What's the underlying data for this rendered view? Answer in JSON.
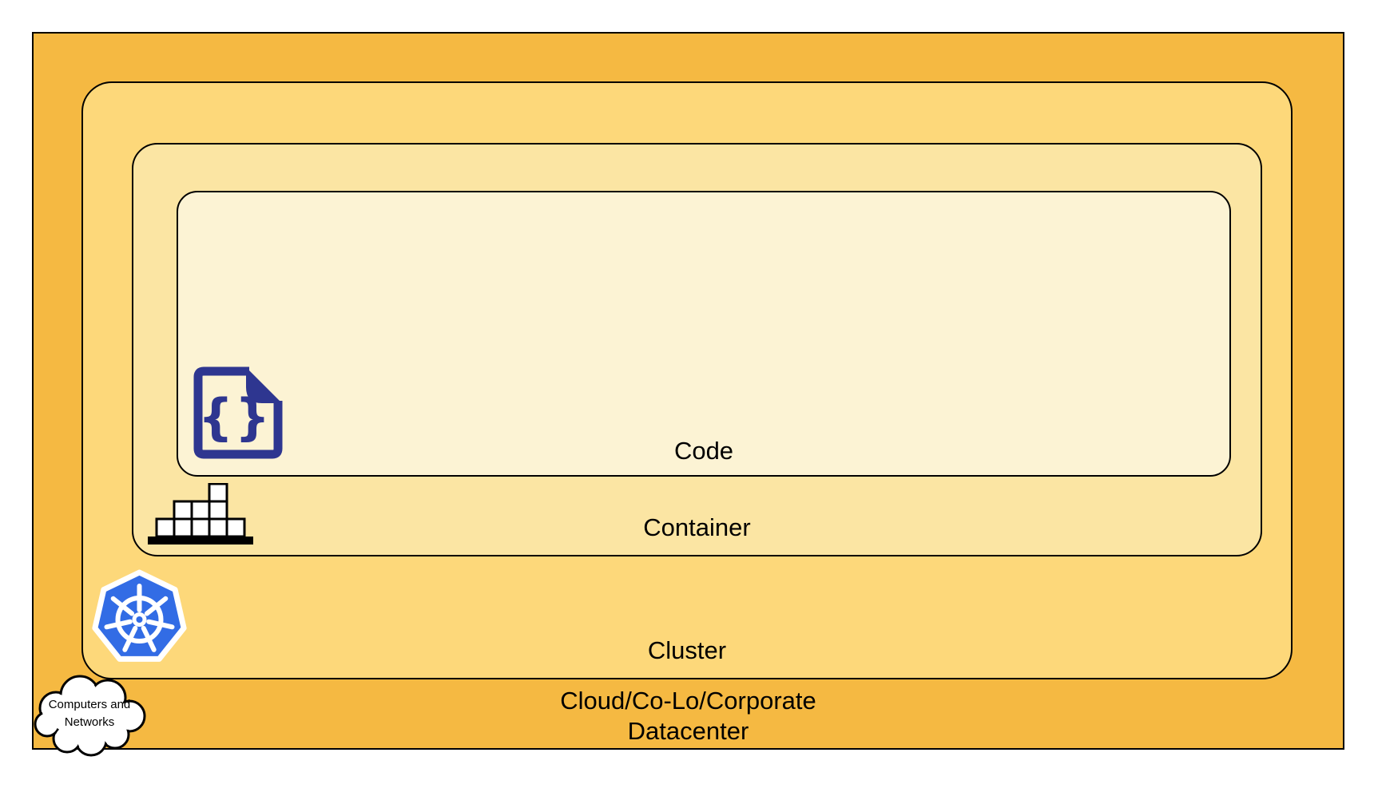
{
  "diagram": {
    "layers": {
      "code": {
        "label": "Code",
        "fill": "#FCF3D4"
      },
      "container": {
        "label": "Container",
        "fill": "#FBE5A3"
      },
      "cluster": {
        "label": "Cluster",
        "fill": "#FDD87A"
      },
      "datacenter": {
        "label_line1": "Cloud/Co-Lo/Corporate",
        "label_line2": "Datacenter",
        "fill": "#F5B942"
      }
    },
    "cloud_callout": {
      "line1": "Computers and",
      "line2": "Networks"
    },
    "icons": {
      "code_braces": "{}",
      "code_icon_color": "#2E3690",
      "kubernetes_blue": "#326CE5",
      "block_fill": "#FFFFFF"
    },
    "border_color": "#000000"
  }
}
